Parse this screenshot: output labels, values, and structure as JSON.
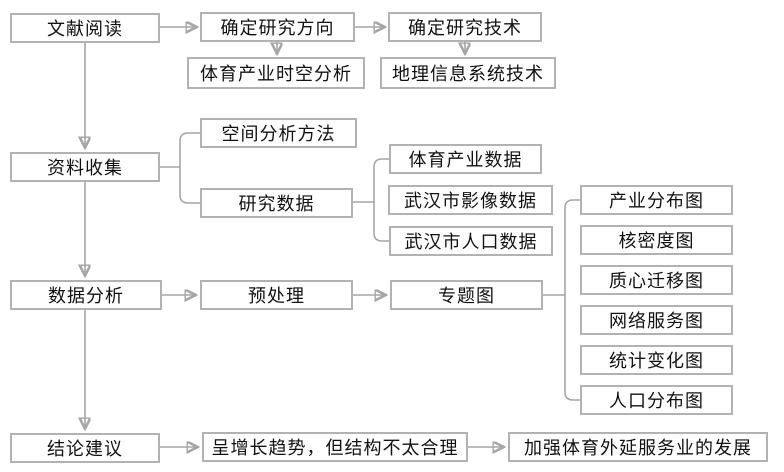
{
  "nodes": {
    "literature_reading": "文献阅读",
    "determine_direction": "确定研究方向",
    "determine_technique": "确定研究技术",
    "sports_spatiotemporal_analysis": "体育产业时空分析",
    "gis_technique": "地理信息系统技术",
    "data_collection": "资料收集",
    "spatial_analysis_method": "空间分析方法",
    "research_data": "研究数据",
    "sports_industry_data": "体育产业数据",
    "wuhan_image_data": "武汉市影像数据",
    "wuhan_population_data": "武汉市人口数据",
    "data_analysis": "数据分析",
    "preprocessing": "预处理",
    "thematic_map": "专题图",
    "industry_distribution_map": "产业分布图",
    "kernel_density_map": "核密度图",
    "centroid_migration_map": "质心迁移图",
    "network_service_map": "网络服务图",
    "statistical_change_map": "统计变化图",
    "population_distribution_map": "人口分布图",
    "conclusion_suggestions": "结论建议",
    "growth_trend_finding": "呈增长趋势，但结构不太合理",
    "strengthen_development": "加强体育外延服务业的发展"
  },
  "colors": {
    "box_border": "#b2b2b2",
    "connector": "#a6a6a6",
    "text": "#111111",
    "background": "#ffffff"
  }
}
